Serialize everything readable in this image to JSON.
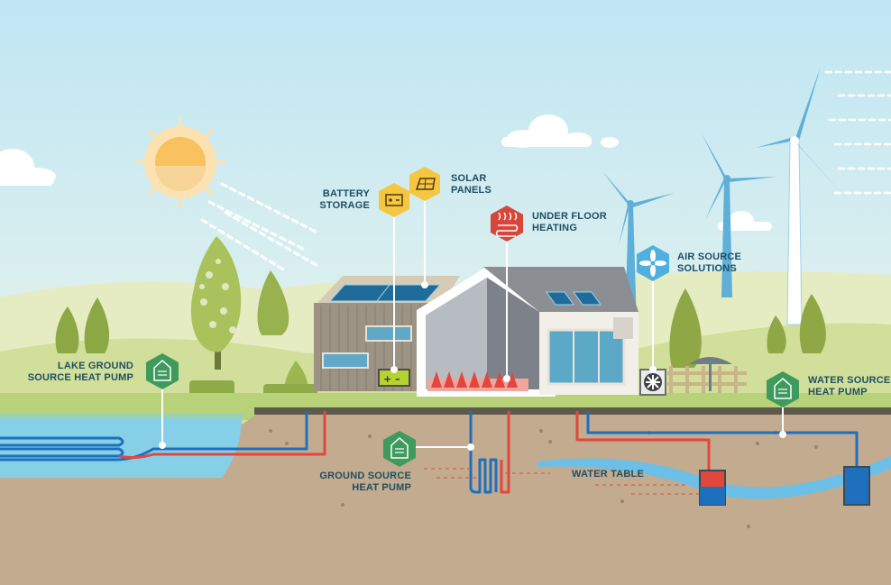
{
  "labels": {
    "battery_storage": [
      "BATTERY",
      "STORAGE"
    ],
    "solar_panels": [
      "SOLAR",
      "PANELS"
    ],
    "under_floor_heating": [
      "UNDER FLOOR",
      "HEATING"
    ],
    "air_source_solutions": [
      "AIR SOURCE",
      "SOLUTIONS"
    ],
    "lake_ground_source_heat_pump": [
      "LAKE GROUND",
      "SOURCE HEAT PUMP"
    ],
    "water_source_heat_pump": [
      "WATER SOURCE",
      "HEAT PUMP"
    ],
    "ground_source_heat_pump": [
      "GROUND SOURCE",
      "HEAT PUMP"
    ],
    "water_table": "WATER TABLE"
  },
  "icons": {
    "battery_storage": "battery-icon",
    "solar_panels": "solar-panel-icon",
    "under_floor_heating": "underfloor-heating-icon",
    "air_source_solutions": "fan-icon",
    "lake_ground_source_heat_pump": "heat-pump-house-icon",
    "water_source_heat_pump": "heat-pump-house-icon",
    "ground_source_heat_pump": "heat-pump-house-icon"
  },
  "colors": {
    "sky": "#cfeaf3",
    "badge_yellow": "#f6c641",
    "badge_red": "#d8453b",
    "badge_blue": "#4fb0df",
    "badge_green": "#3f9a5d",
    "pipe_red": "#e2473e",
    "pipe_blue": "#1f6fbf",
    "soil": "#c2ab8f",
    "lake": "#7fcde5"
  }
}
